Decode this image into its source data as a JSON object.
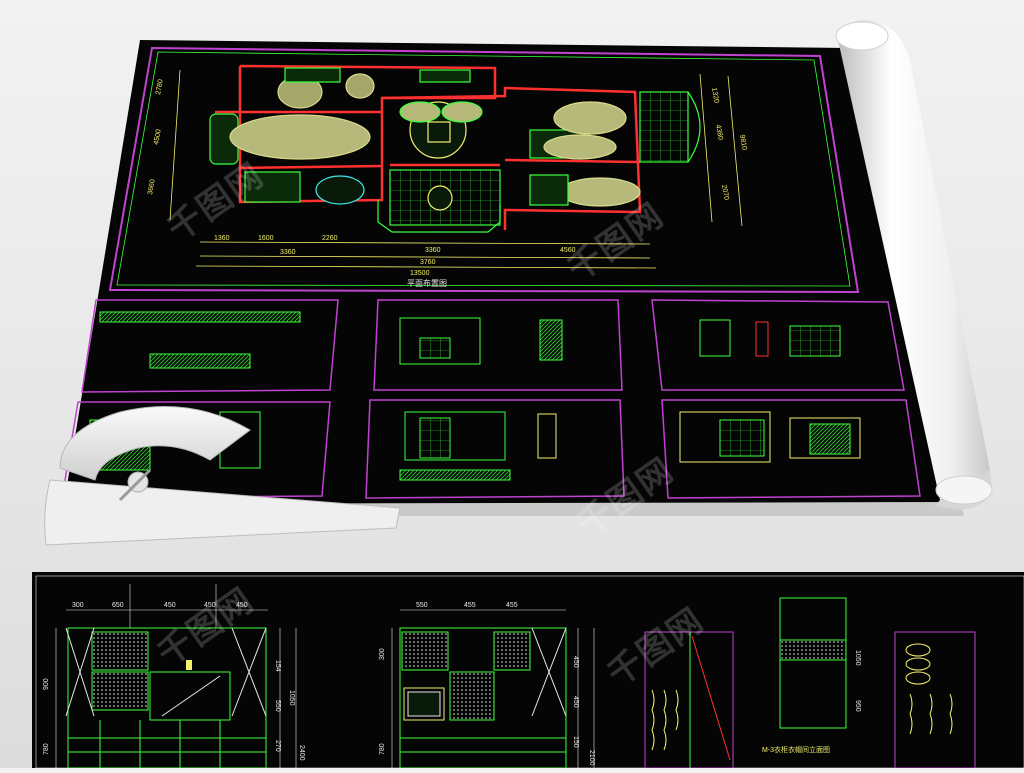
{
  "plan": {
    "title": "平面布置图",
    "dims_bottom_row1": [
      "1360",
      "1600",
      "2260",
      "3360",
      "4560"
    ],
    "dims_bottom_row2": [
      "3360",
      "3760"
    ],
    "dims_total": "13500",
    "dims_left": [
      "2780",
      "4500",
      "3660"
    ],
    "dims_right": [
      "1320",
      "4380",
      "2070",
      "9810"
    ]
  },
  "elevation_strip": {
    "panel1_dims_top": [
      "300",
      "650",
      "450",
      "450",
      "450"
    ],
    "panel1_dims_right": [
      "154",
      "550",
      "270",
      "2400",
      "1050"
    ],
    "panel1_dims_left": [
      "900",
      "780"
    ],
    "panel2_dims_top": [
      "550",
      "455",
      "455"
    ],
    "panel2_dims_right": [
      "450",
      "450",
      "150",
      "2100"
    ],
    "panel2_dims_left": [
      "300",
      "780"
    ],
    "panel3_dims_right": [
      "1050",
      "950"
    ],
    "panel3_caption": "M-3衣柜衣帽间立面图"
  },
  "watermark": "千图网",
  "colors": {
    "paper": "#050505",
    "frame": "#c042d0",
    "green": "#3cff3c",
    "yellow": "#f2ef6a",
    "red": "#ff3030",
    "cyan": "#38e8e8",
    "white": "#e8e8e8"
  }
}
